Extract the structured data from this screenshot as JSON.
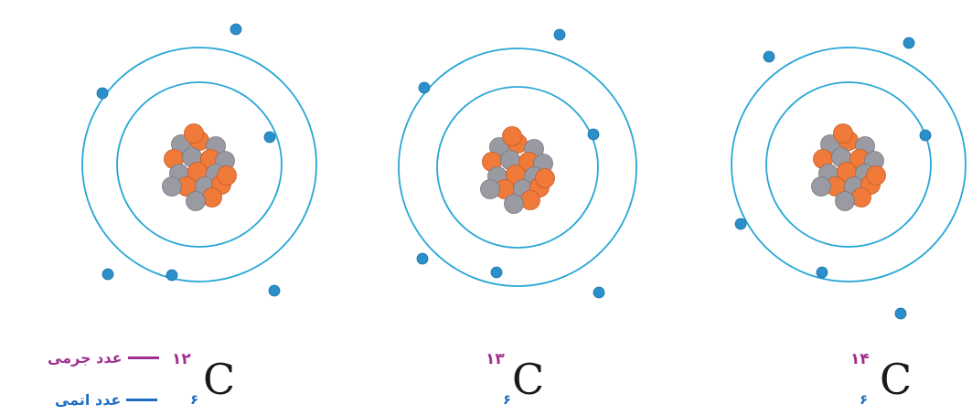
{
  "colors": {
    "orbit": "#27a6d6",
    "electron": "#2b8fc9",
    "neutron": "#9a9aa2",
    "proton": "#f07a3a",
    "mass_label": "#a0308f",
    "atomic_label": "#1f6fc0",
    "symbol": "#1a1a1a"
  },
  "atoms": [
    {
      "symbol": "C",
      "mass_number": "۱۲",
      "atomic_number": "۶",
      "legend": {
        "mass_text": "عدد جرمی",
        "atomic_text": "عدد اتمی"
      }
    },
    {
      "symbol": "C",
      "mass_number": "۱۳",
      "atomic_number": "۶"
    },
    {
      "symbol": "C",
      "mass_number": "۱۴",
      "atomic_number": "۶"
    }
  ]
}
